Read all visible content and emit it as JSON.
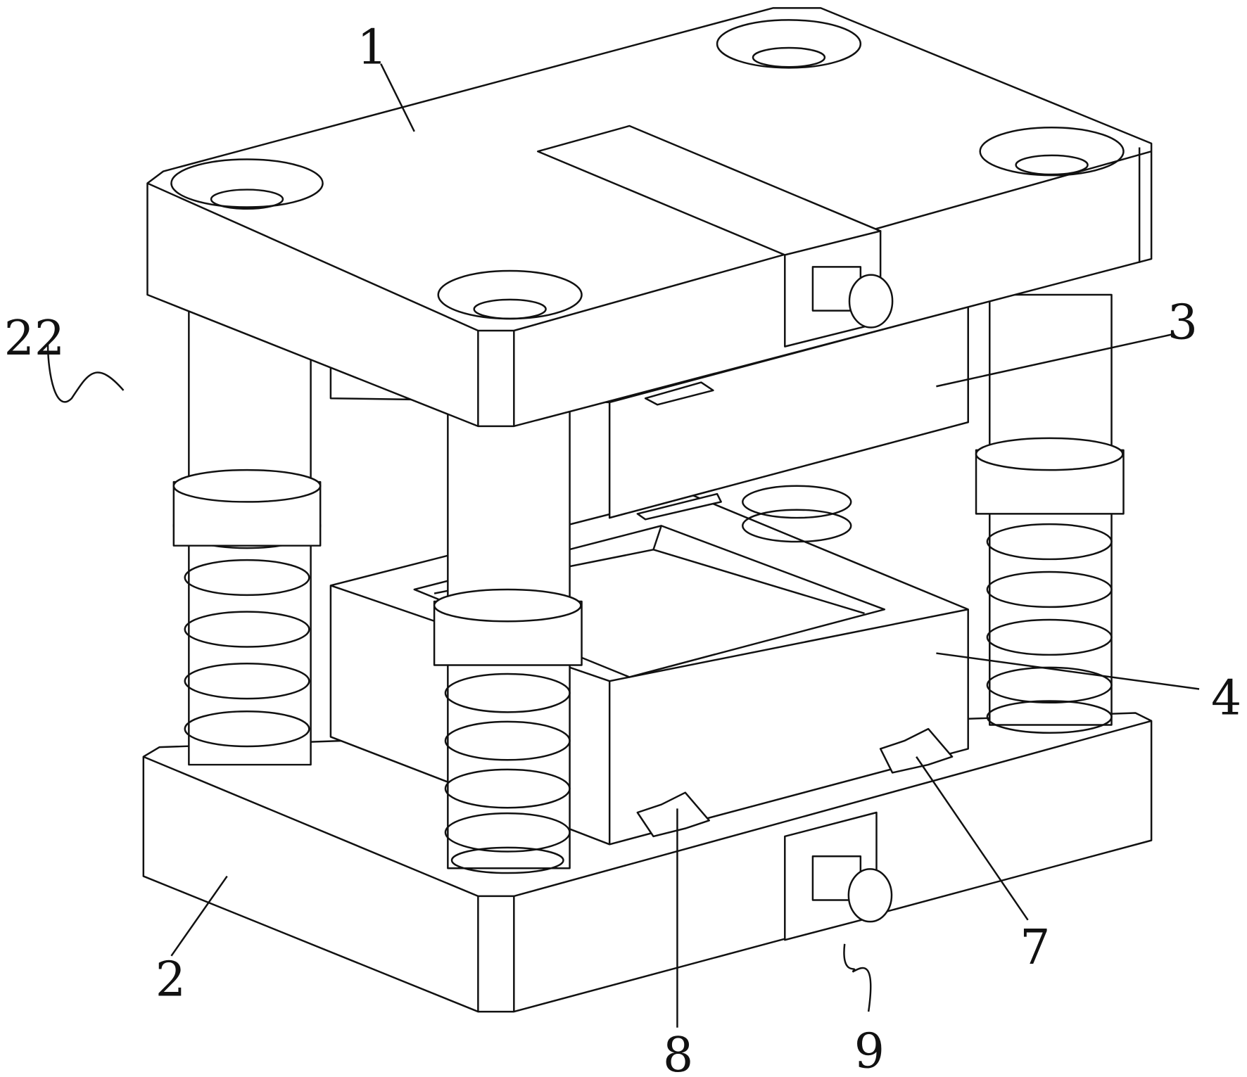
{
  "figure": {
    "type": "patent line drawing",
    "labels": [
      "1",
      "22",
      "3",
      "4",
      "2",
      "8",
      "9",
      "7"
    ]
  }
}
